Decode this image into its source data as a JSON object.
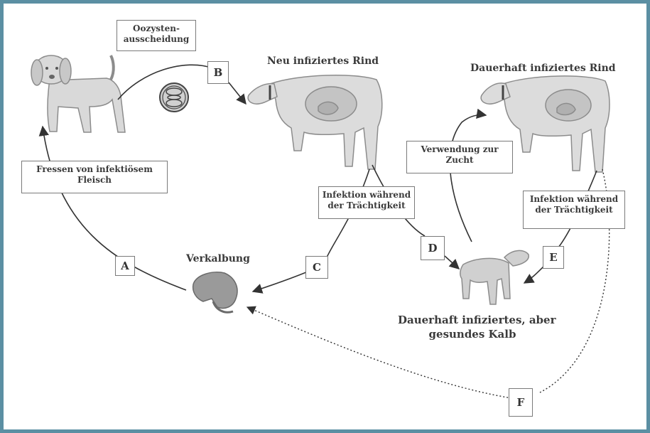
{
  "colors": {
    "frame": "#5b8fa3",
    "arrow": "#333333",
    "animal_fill": "#d9d9d9",
    "animal_stroke": "#8c8c8c"
  },
  "titles": {
    "neu": "Neu infiziertes Rind",
    "dauerhaft": "Dauerhaft infiziertes Rind",
    "verkalbung": "Verkalbung",
    "kalb_line1": "Dauerhaft infiziertes, aber",
    "kalb_line2": "gesundes Kalb"
  },
  "boxes": {
    "oozysten": [
      "Oozysten-",
      "ausscheidung"
    ],
    "fressen": [
      "Fressen von infektiösem",
      "Fleisch"
    ],
    "infektion1": [
      "Infektion während",
      "der Trächtigkeit"
    ],
    "infektion2": [
      "Infektion während",
      "der Trächtigkeit"
    ],
    "verwendung": [
      "Verwendung zur",
      "Zucht"
    ]
  },
  "letters": {
    "a": "A",
    "b": "B",
    "c": "C",
    "d": "D",
    "e": "E",
    "f": "F"
  },
  "icons": [
    "dog-icon",
    "oocyst-icon",
    "cow-icon",
    "calf-icon",
    "aborted-fetus-icon"
  ]
}
